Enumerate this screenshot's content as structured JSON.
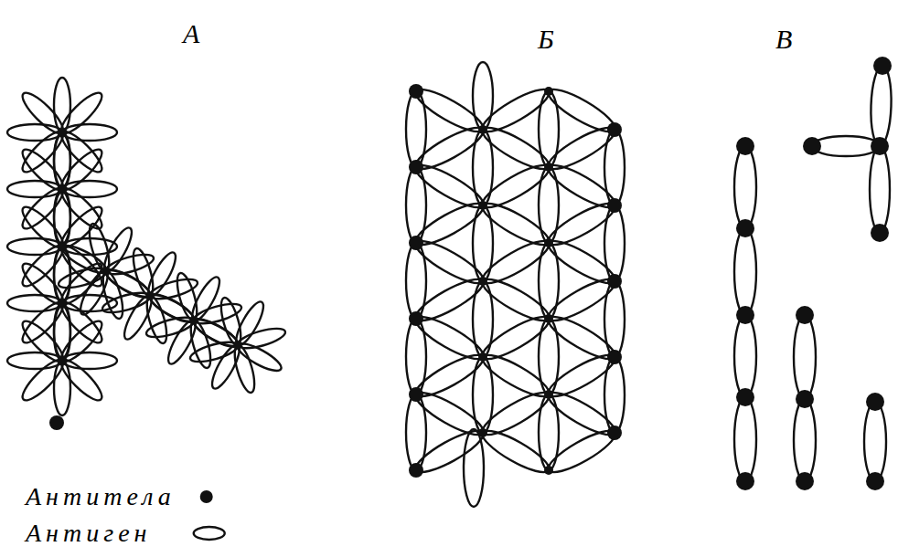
{
  "diagram": {
    "labels": [
      "А",
      "Б",
      "В"
    ],
    "legend": [
      {
        "text": "Антитела"
      },
      {
        "text": "Антиген"
      }
    ]
  }
}
